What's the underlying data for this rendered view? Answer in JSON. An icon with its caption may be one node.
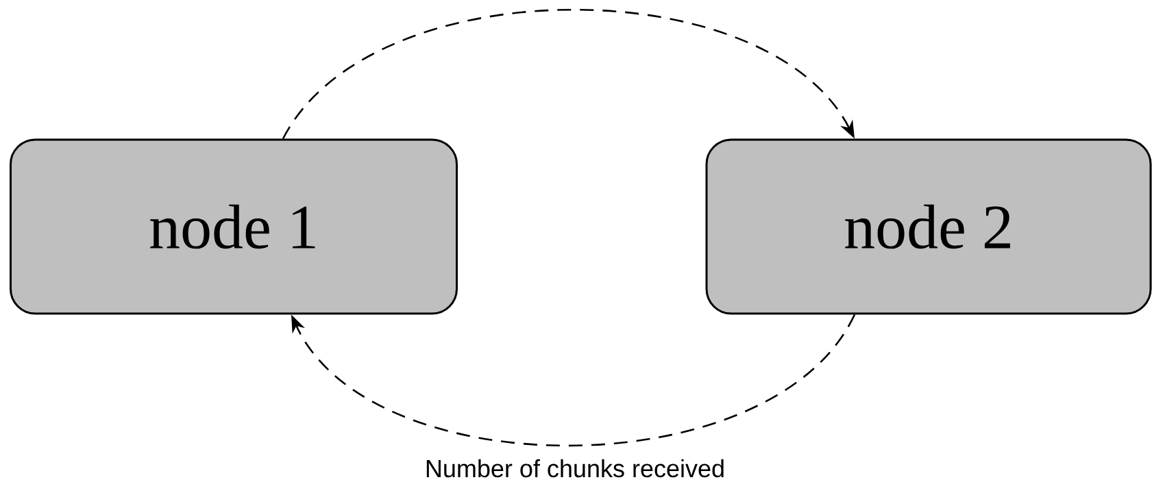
{
  "diagram": {
    "nodes": [
      {
        "text": [
          "node 1"
        ]
      },
      {
        "text": [
          "node 2"
        ]
      }
    ],
    "edges": [
      {
        "from": 0,
        "to": 1,
        "arrow": "to",
        "style": "dashed"
      },
      {
        "from": 1,
        "to": 0,
        "arrow": "to",
        "style": "dashed",
        "label": "Number of chunks received"
      }
    ]
  }
}
